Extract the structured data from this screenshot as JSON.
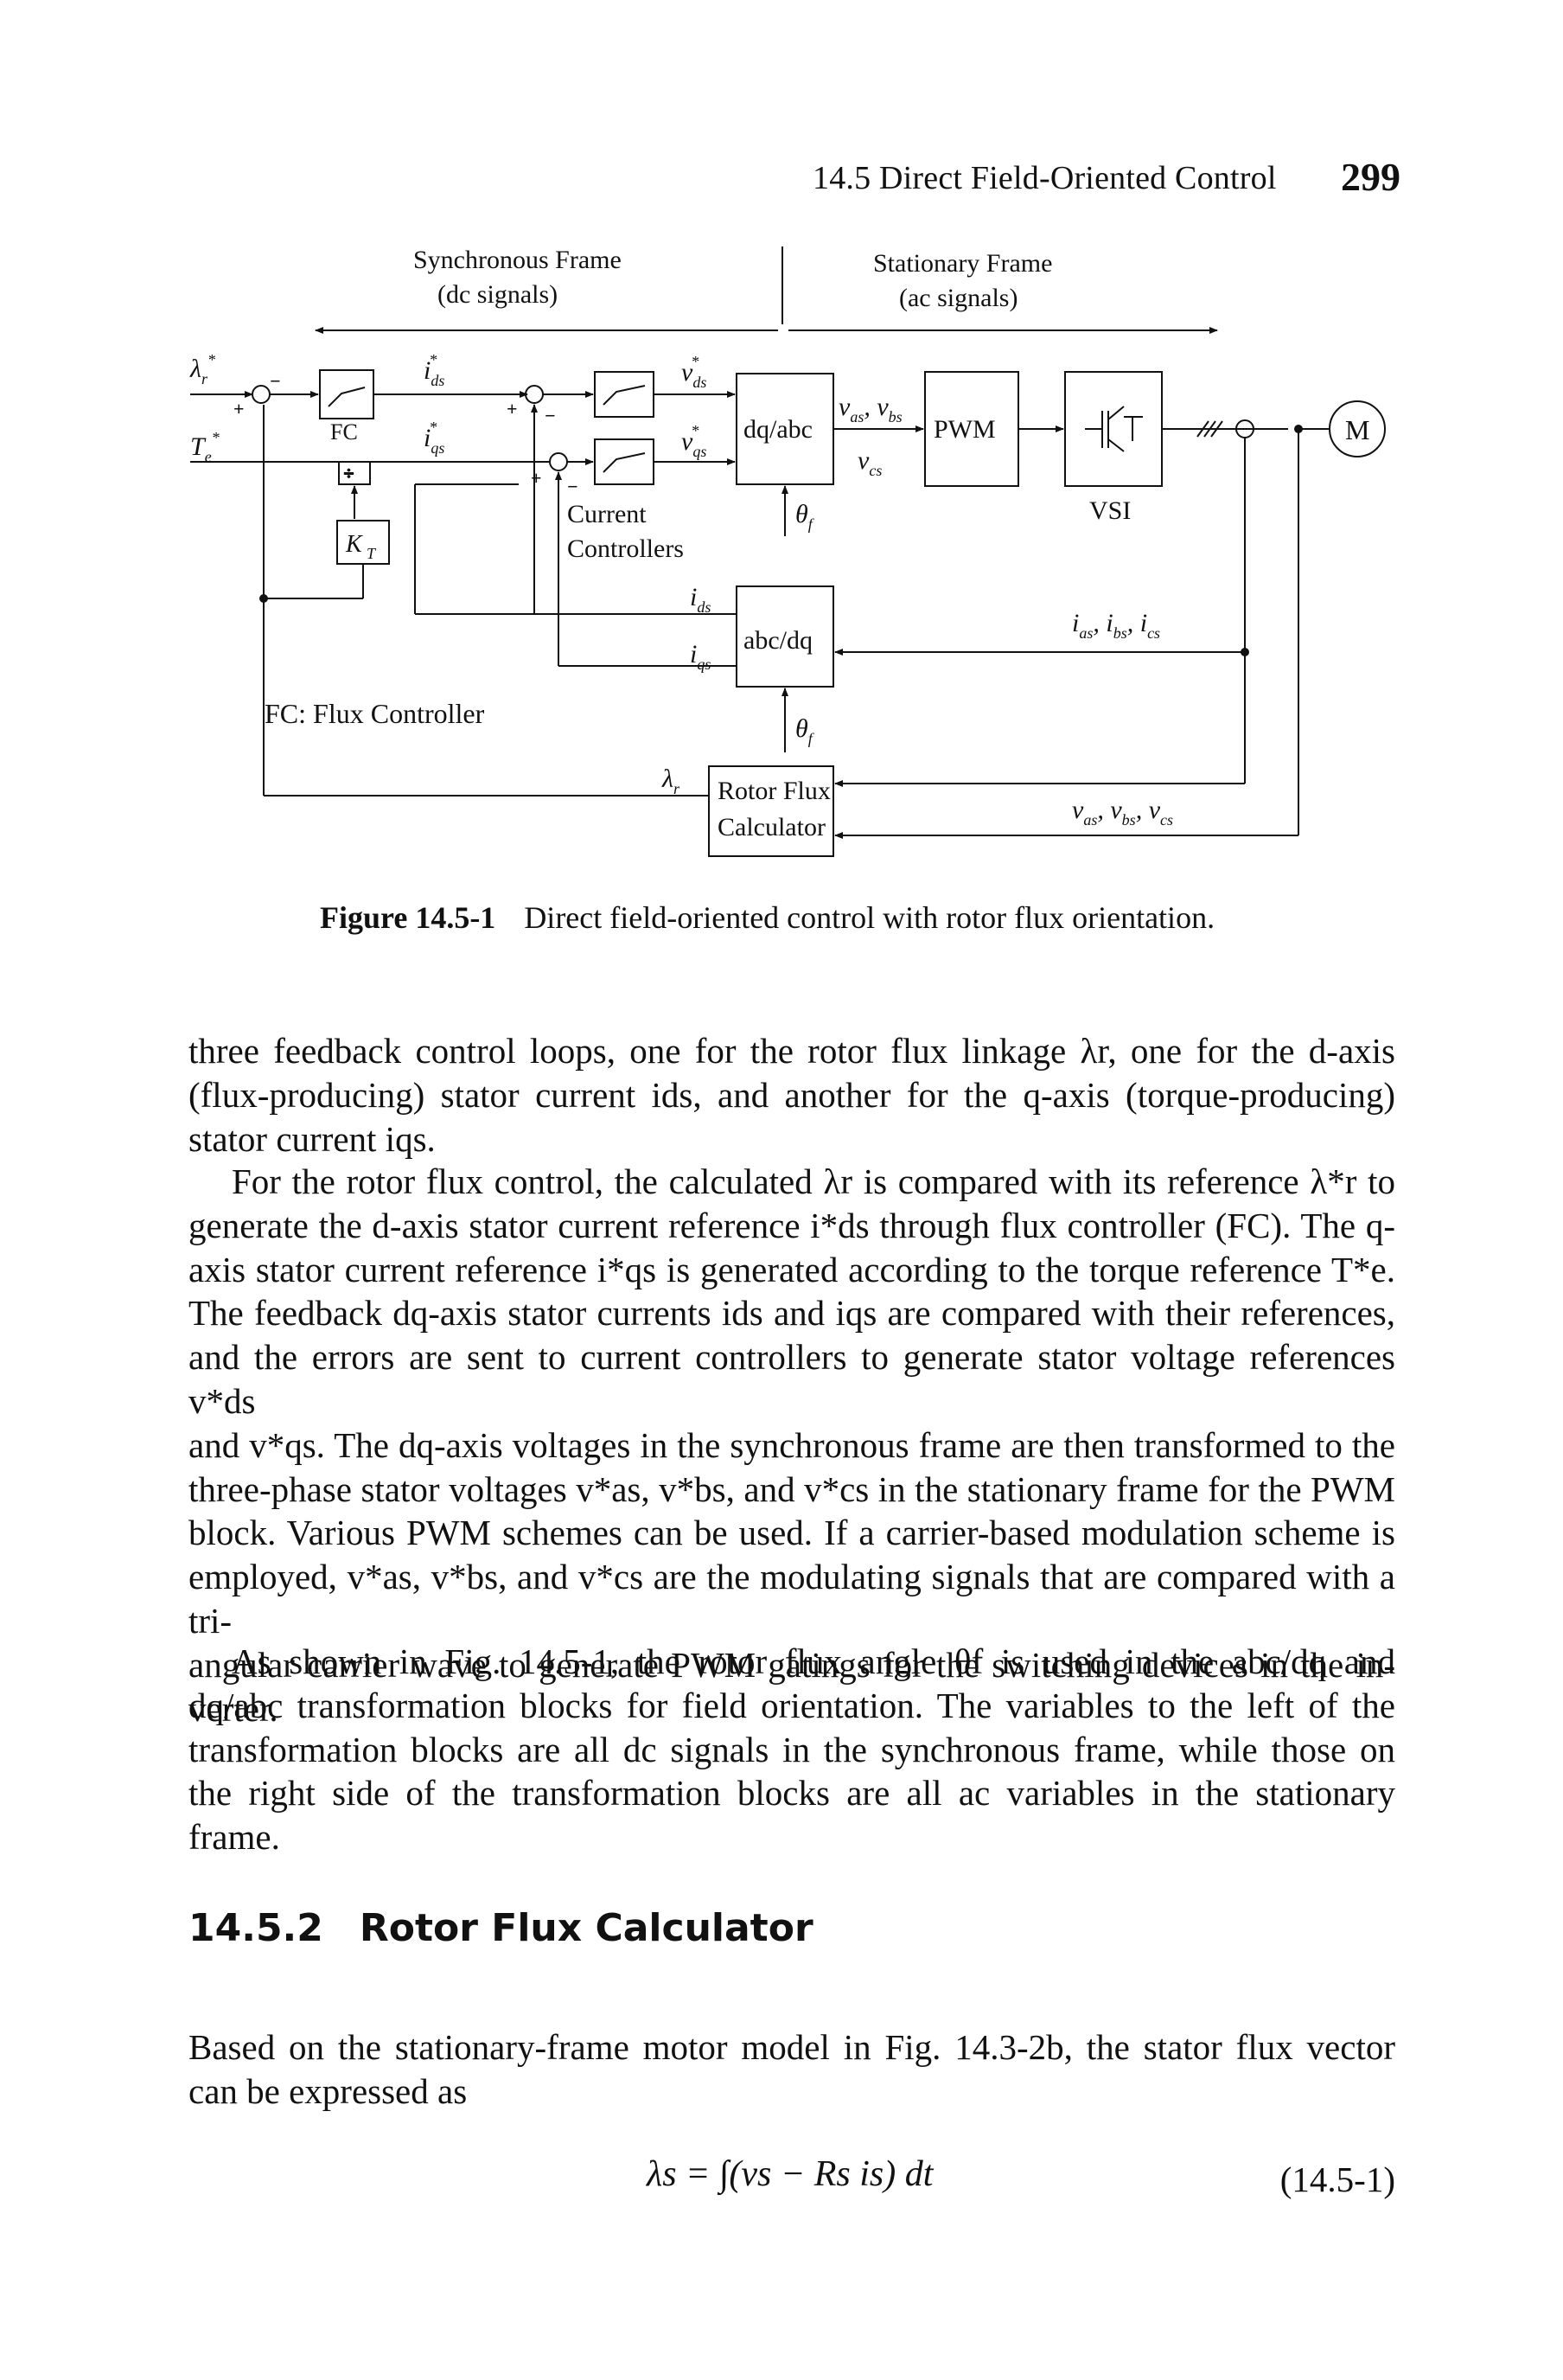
{
  "running_head": {
    "section": "14.5   Direct Field-Oriented Control",
    "page_number": "299"
  },
  "figure": {
    "labels": {
      "sync_frame_1": "Synchronous Frame",
      "sync_frame_2": "(dc signals)",
      "stat_frame_1": "Stationary Frame",
      "stat_frame_2": "(ac signals)",
      "fc": "FC",
      "kt_sub": "T",
      "dq_abc": "dq/abc",
      "abc_dq": "abc/dq",
      "pwm": "PWM",
      "vsi": "VSI",
      "motor": "M",
      "current_controllers_1": "Current",
      "current_controllers_2": "Controllers",
      "rotor_flux_calc_1": "Rotor Flux",
      "rotor_flux_calc_2": "Calculator",
      "fc_legend": "FC: Flux Controller"
    }
  },
  "caption": {
    "label": "Figure 14.5-1",
    "text": "Direct field-oriented control with rotor flux orientation."
  },
  "paragraph_1": [
    "three feedback control loops, one for the rotor flux linkage λr, one for the d-axis",
    "(flux-producing) stator current ids, and another for the q-axis (torque-producing)",
    "stator current iqs."
  ],
  "paragraph_2": [
    "For the rotor flux control, the calculated λr is compared with its reference λ*r to",
    "generate the d-axis stator current reference i*ds through flux controller (FC). The q-",
    "axis stator current reference i*qs is generated according to the torque reference T*e.",
    "The feedback dq-axis stator currents ids and iqs are compared with their references,",
    "and the errors are sent to current controllers to generate stator voltage references v*ds",
    "and v*qs. The dq-axis voltages in the synchronous frame are then transformed to the",
    "three-phase stator voltages v*as, v*bs, and v*cs in the stationary frame for the PWM",
    "block. Various PWM schemes can be used. If a carrier-based modulation scheme is",
    "employed, v*as, v*bs, and v*cs are the modulating signals that are compared with a tri-",
    "angular carrier wave to generate PWM gatings for the switching devices in the in-",
    "verter."
  ],
  "paragraph_3": [
    "As shown in Fig. 14.5-1, the rotor flux angle θf is used in the abc/dq and",
    "dq/abc transformation blocks for field orientation. The variables to the left of the",
    "transformation blocks are all dc signals in the synchronous frame, while those on",
    "the right side of the transformation blocks are all ac variables in the stationary",
    "frame."
  ],
  "heading": {
    "number": "14.5.2",
    "title": "Rotor Flux Calculator"
  },
  "paragraph_4": [
    "Based on the stationary-frame motor model in Fig. 14.3-2b, the stator flux vector",
    "can be expressed as"
  ],
  "equation": {
    "body": "λs = ∫(vs − Rs is) dt",
    "number": "(14.5-1)"
  }
}
